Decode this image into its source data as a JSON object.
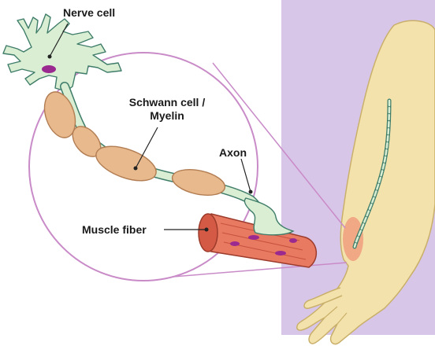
{
  "diagram": {
    "labels": {
      "nerve_cell": "Nerve cell",
      "schwann_line1": "Schwann cell /",
      "schwann_line2": "Myelin",
      "axon": "Axon",
      "muscle_fiber": "Muscle fiber"
    },
    "colors": {
      "panel_background": "#d8c6e8",
      "skin": "#f4e2ad",
      "skin_outline": "#c9b06a",
      "nerve": "#d9eed2",
      "nerve_outline": "#3f7d6a",
      "myelin": "#e8b98c",
      "myelin_outline": "#b27d52",
      "muscle": "#e97a62",
      "muscle_outline": "#9c3b2b",
      "nucleus": "#9a2a8f",
      "magnifier": "#c98bc8",
      "leader_line": "#222222"
    }
  }
}
